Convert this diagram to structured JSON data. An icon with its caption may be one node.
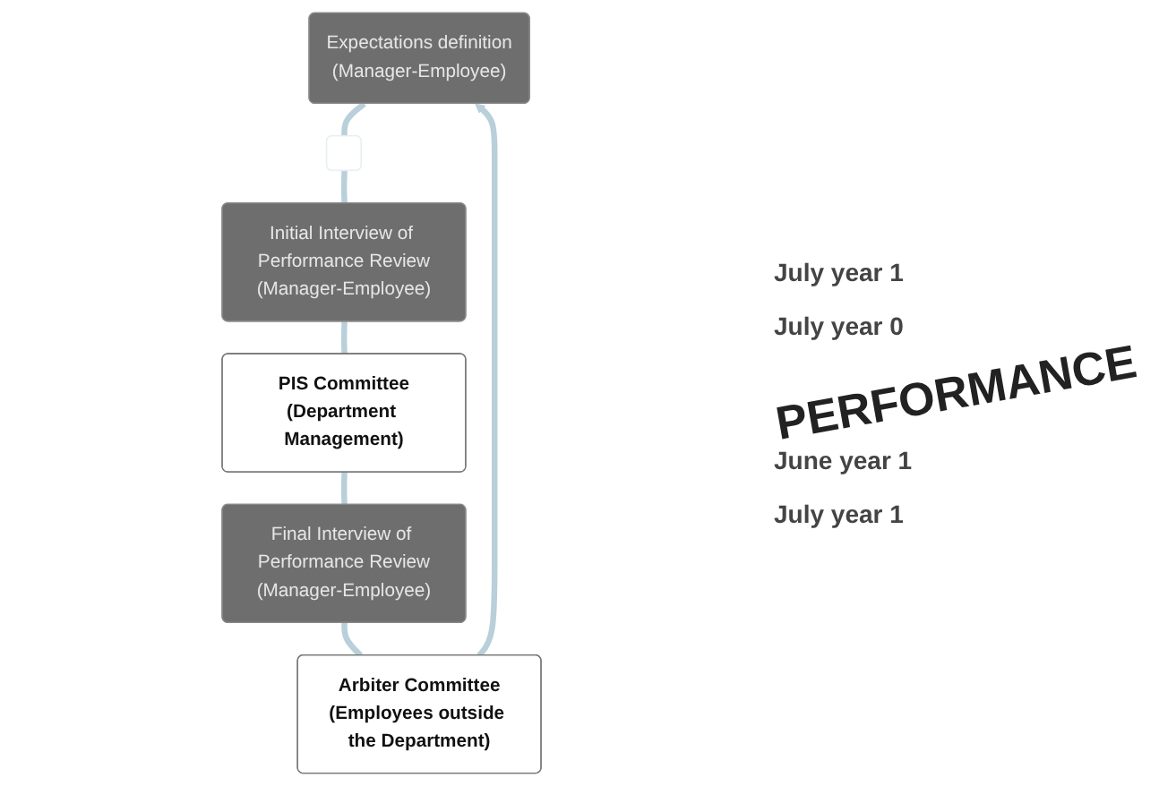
{
  "diagram": {
    "nodes": [
      {
        "text": [
          "Expectations definition",
          "(Manager-Employee)"
        ]
      },
      {
        "text": [
          "Arbiter Committee",
          "(Employees outside the Department)"
        ]
      },
      {
        "text": [
          "Final Interview of Performance Review",
          "(Manager-Employee)"
        ]
      },
      {
        "text": [],
        "shape": "box"
      },
      {
        "text": [
          "Initial Interview of Performance Review",
          "(Manager-Employee)"
        ]
      },
      {
        "text": [
          "PIS Committee",
          "(Department Management)"
        ]
      }
    ],
    "edges": [
      {
        "from": 0,
        "to": 3,
        "arrow": "none"
      },
      {
        "from": 3,
        "to": 4,
        "arrow": "none"
      },
      {
        "from": 4,
        "to": 5,
        "arrow": "none"
      },
      {
        "from": 5,
        "to": 2,
        "arrow": "none"
      },
      {
        "from": 2,
        "to": 1,
        "arrow": "none"
      },
      {
        "from": 1,
        "to": 0,
        "arrow": "to"
      }
    ],
    "labels": [
      "July year 1",
      "July year 0",
      "PERFORMANCE",
      "June year 1",
      "July year 1"
    ]
  }
}
